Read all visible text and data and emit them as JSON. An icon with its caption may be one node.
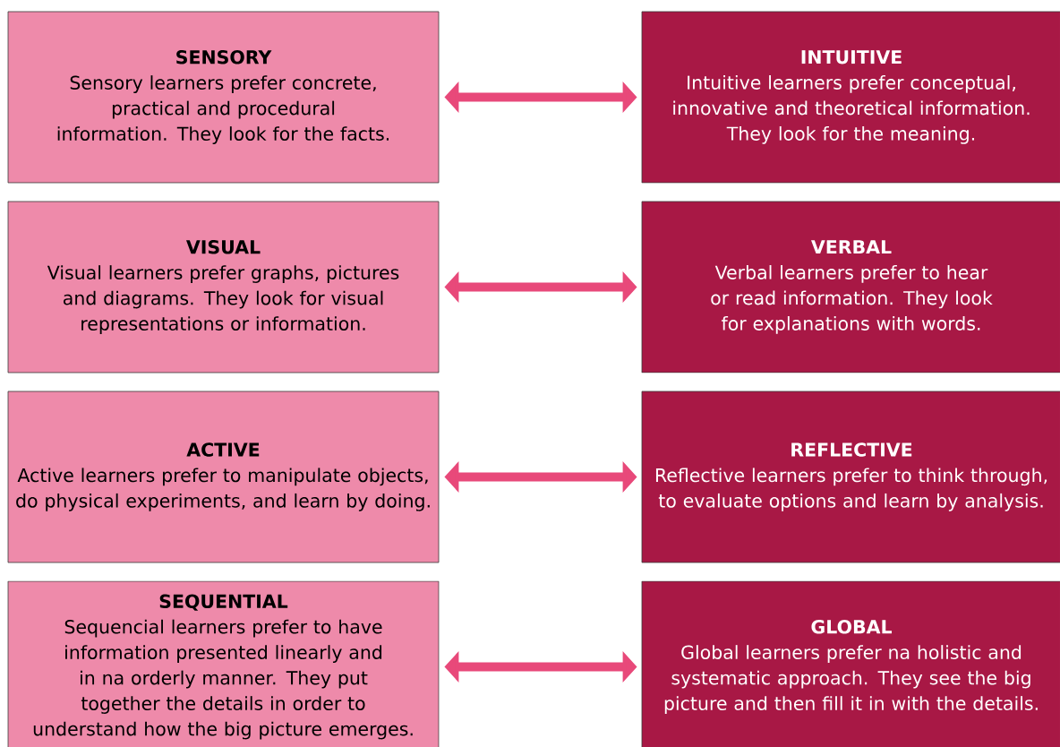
{
  "diagram": {
    "nodes": [
      {
        "text": [
          "SENSORY",
          "Sensory learners prefer concrete, practical and procedural information. They look for the facts."
        ]
      },
      {
        "text": [
          "INTUITIVE",
          "Intuitive learners prefer conceptual, innovative and theoretical information. They look for the meaning."
        ]
      },
      {
        "text": [
          "VISUAL",
          "Visual learners prefer graphs, pictures and diagrams. They look for visual representations or information."
        ]
      },
      {
        "text": [
          "VERBAL",
          "Verbal learners prefer to hear or read information. They look for explanations with words."
        ]
      },
      {
        "text": [
          "ACTIVE",
          "Active learners prefer to manipulate objects, do physical experiments, and learn by doing."
        ]
      },
      {
        "text": [
          "REFLECTIVE",
          "Reflective learners prefer to think through, to evaluate options and learn by analysis."
        ]
      },
      {
        "text": [
          "SEQUENTIAL",
          "Sequencial learners prefer to have information presented linearly and in na orderly manner. They put together the details in order to understand how the big picture emerges."
        ]
      },
      {
        "text": [
          "GLOBAL",
          "Global learners prefer na holistic and systematic approach. They see the big picture and then fill it in with the details."
        ]
      }
    ],
    "edges": [
      {
        "from": 0,
        "to": 1,
        "arrow": "both"
      },
      {
        "from": 2,
        "to": 3,
        "arrow": "both"
      },
      {
        "from": 4,
        "to": 5,
        "arrow": "both"
      },
      {
        "from": 6,
        "to": 7,
        "arrow": "both"
      }
    ]
  }
}
